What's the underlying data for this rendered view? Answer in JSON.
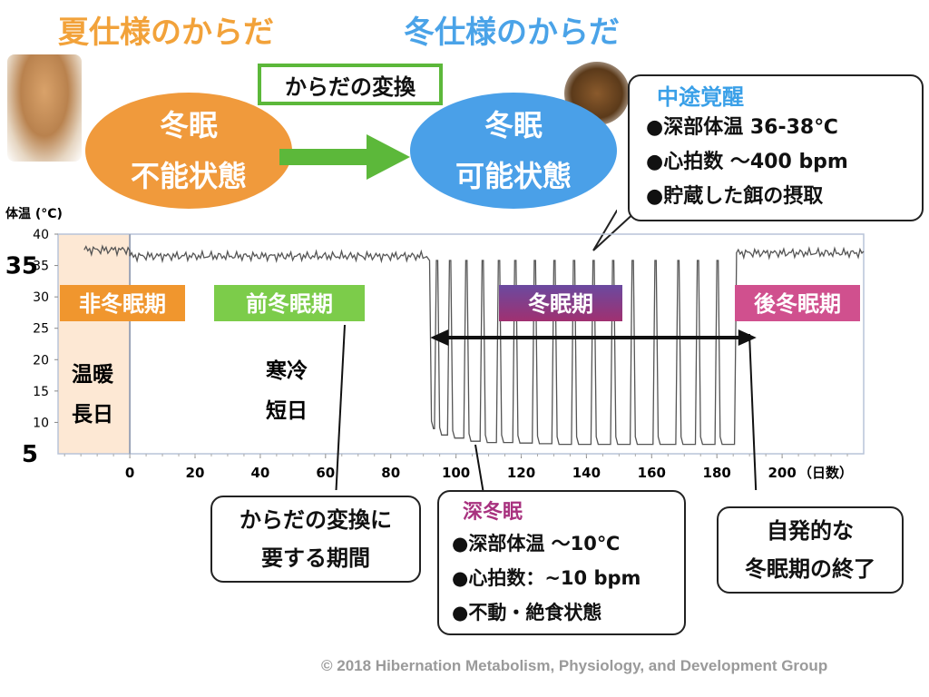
{
  "titles": {
    "summer": "夏仕様のからだ",
    "winter": "冬仕様のからだ"
  },
  "transform_label": "からだの変換",
  "states": {
    "left": [
      "冬眠",
      "不能状態"
    ],
    "right": [
      "冬眠",
      "可能状態"
    ]
  },
  "callouts": {
    "arousal": {
      "head": "中途覚醒",
      "lines": [
        "●深部体温 36-38℃",
        "●心拍数 〜400 bpm",
        "●貯蔵した餌の摂取"
      ]
    },
    "deep": {
      "head": "深冬眠",
      "lines": [
        "●深部体温 〜10℃",
        "●心拍数：~10 bpm",
        "●不動・絶食状態"
      ]
    },
    "change": [
      "からだの変換に",
      "要する期間"
    ],
    "end": [
      "自発的な",
      "冬眠期の終了"
    ]
  },
  "copyright": "© 2018 Hibernation Metabolism, Physiology, and Development Group",
  "colors": {
    "summer": "#f2a23a",
    "winter": "#4aa3e8",
    "arrow_green": "#5cb83a",
    "nonhib": "#f0962e",
    "prehib": "#7ccc4a",
    "hib_from": "#6a4aa0",
    "hib_to": "#a03070",
    "posthib": "#d0508e",
    "deep": "#a8327f"
  },
  "chart_data": {
    "type": "line",
    "ylabel": "体温 (°C)",
    "xlabel": "（日数）",
    "xlim": [
      -22,
      225
    ],
    "ylim": [
      5,
      40
    ],
    "x_ticks": [
      0,
      20,
      40,
      60,
      80,
      100,
      120,
      140,
      160,
      180,
      200
    ],
    "y_ticks": [
      10,
      15,
      20,
      25,
      30,
      35,
      40
    ],
    "y_ticks_emphasized": [
      5,
      35
    ],
    "phases": [
      {
        "label": "非冬眠期",
        "sub": [
          "温暖",
          "長日"
        ],
        "x_start": -22,
        "x_end": 0
      },
      {
        "label": "前冬眠期",
        "sub": [
          "寒冷",
          "短日"
        ],
        "x_start": 0,
        "x_end": 91
      },
      {
        "label": "冬眠期",
        "x_start": 91,
        "x_end": 186
      },
      {
        "label": "後冬眠期",
        "x_start": 186,
        "x_end": 225
      }
    ],
    "series": [
      {
        "euthermic_segments": [
          {
            "x_start": -14,
            "x_end": 0,
            "y": 37.5
          },
          {
            "x_start": 0,
            "x_end": 91,
            "y": 36.5
          },
          {
            "x_start": 186,
            "x_end": 225,
            "y": 37.0
          }
        ],
        "torpor_bouts": [
          {
            "x_start": 92.5,
            "x_end": 94,
            "min_y": 9
          },
          {
            "x_start": 95,
            "x_end": 98,
            "min_y": 8
          },
          {
            "x_start": 99,
            "x_end": 103,
            "min_y": 7.5
          },
          {
            "x_start": 104,
            "x_end": 108,
            "min_y": 7
          },
          {
            "x_start": 109,
            "x_end": 113,
            "min_y": 6.8
          },
          {
            "x_start": 114,
            "x_end": 118,
            "min_y": 6.8
          },
          {
            "x_start": 119,
            "x_end": 124,
            "min_y": 6.7
          },
          {
            "x_start": 125,
            "x_end": 130,
            "min_y": 6.6
          },
          {
            "x_start": 131,
            "x_end": 136,
            "min_y": 6.5
          },
          {
            "x_start": 137,
            "x_end": 142,
            "min_y": 6.5
          },
          {
            "x_start": 143,
            "x_end": 148,
            "min_y": 6.5
          },
          {
            "x_start": 149,
            "x_end": 154,
            "min_y": 6.5
          },
          {
            "x_start": 155,
            "x_end": 161,
            "min_y": 6.5
          },
          {
            "x_start": 162,
            "x_end": 168,
            "min_y": 6.5
          },
          {
            "x_start": 169,
            "x_end": 174,
            "min_y": 6.5
          },
          {
            "x_start": 175,
            "x_end": 180,
            "min_y": 6.5
          },
          {
            "x_start": 181,
            "x_end": 186,
            "min_y": 6.5
          }
        ]
      }
    ]
  }
}
